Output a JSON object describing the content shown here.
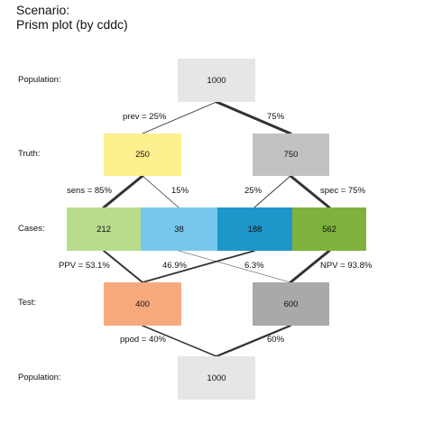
{
  "title": {
    "line1": "Scenario:",
    "line2": "Prism plot (by cddc)"
  },
  "row_labels": {
    "population_top": "Population:",
    "truth": "Truth:",
    "cases": "Cases:",
    "test": "Test:",
    "population_bottom": "Population:"
  },
  "boxes": {
    "population_top": {
      "value": "1000",
      "color": "#e6e6e6"
    },
    "true_condition": {
      "value": "250",
      "color": "#fdf08e"
    },
    "false_condition": {
      "value": "750",
      "color": "#c2c2c2"
    },
    "hit": {
      "value": "212",
      "color": "#b8dc8c"
    },
    "miss": {
      "value": "38",
      "color": "#76c7eb"
    },
    "false_alarm": {
      "value": "188",
      "color": "#1f96c9"
    },
    "correct_rejection": {
      "value": "562",
      "color": "#7fb23c"
    },
    "test_positive": {
      "value": "400",
      "color": "#f7a97e"
    },
    "test_negative": {
      "value": "600",
      "color": "#a9a9a9"
    },
    "population_bottom": {
      "value": "1000",
      "color": "#e6e6e6"
    }
  },
  "edge_labels": {
    "prev": "prev = 25%",
    "not_prev": "75%",
    "sens": "sens = 85%",
    "miss_rate": "15%",
    "fa_rate": "25%",
    "spec": "spec = 75%",
    "ppv": "PPV = 53.1%",
    "fdr": "46.9%",
    "for": "6.3%",
    "npv": "NPV = 93.8%",
    "ppod": "ppod = 40%",
    "not_ppod": "60%"
  },
  "edge_color": "#333333"
}
